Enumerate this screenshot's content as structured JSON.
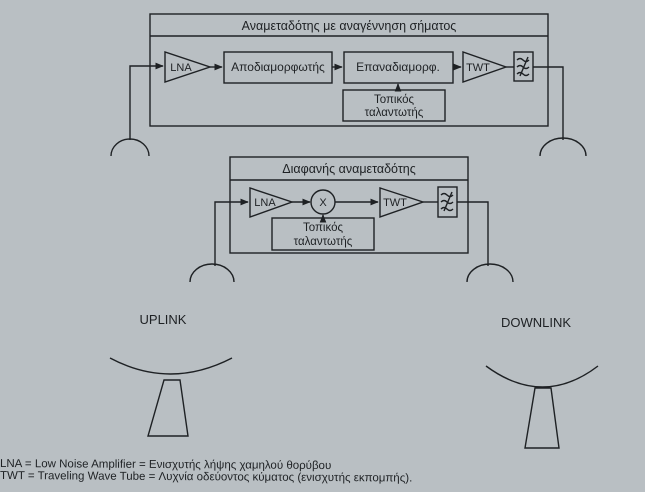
{
  "regen_transponder": {
    "title": "Αναμεταδότης με αναγέννηση σήματος",
    "lna": "LNA",
    "demodulator": "Αποδιαμορφωτής",
    "remodulator": "Επαναδιαμορφ.",
    "twt": "TWT",
    "local_osc_line1": "Τοπικός",
    "local_osc_line2": "ταλαντωτής"
  },
  "transparent_transponder": {
    "title": "Διαφανής αναμεταδότης",
    "lna": "LNA",
    "mixer": "X",
    "twt": "TWT",
    "local_osc_line1": "Τοπικός",
    "local_osc_line2": "ταλαντωτής"
  },
  "links": {
    "uplink": "UPLINK",
    "downlink": "DOWNLINK"
  },
  "legend": {
    "lna_line": "LNA = Low Noise Amplifier = Ενισχυτής λήψης χαμηλού θορύβου",
    "twt_line": "TWT = Traveling Wave Tube = Λυχνία οδεύοντος κύματος (ενισχυτής εκπομπής)."
  }
}
